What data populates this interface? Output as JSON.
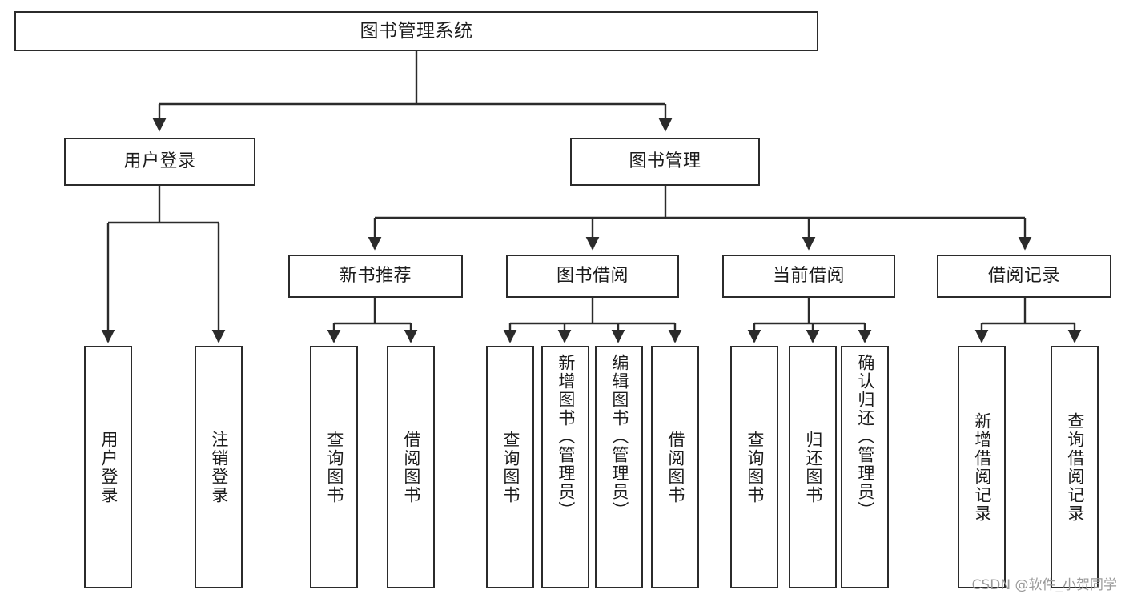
{
  "diagram": {
    "type": "tree-hierarchy-chart",
    "title": "图书管理系统",
    "watermark": "CSDN @软件_小贺同学",
    "colors": {
      "background": "#ffffff",
      "box_border": "#2b2b2b",
      "box_fill": "#ffffff",
      "text": "#1c1c1c",
      "edge": "#2b2b2b",
      "watermark": "#9a9a9a"
    },
    "nodes": {
      "root": {
        "label": "图书管理系统"
      },
      "level2": [
        {
          "label": "用户登录"
        },
        {
          "label": "图书管理"
        }
      ],
      "level3": [
        {
          "label": "新书推荐"
        },
        {
          "label": "图书借阅"
        },
        {
          "label": "当前借阅"
        },
        {
          "label": "借阅记录"
        }
      ],
      "leaves": {
        "user_login": [
          {
            "label": "用户登录"
          },
          {
            "label": "注销登录"
          }
        ],
        "new_book_recommend": [
          {
            "label": "查询图书"
          },
          {
            "label": "借阅图书"
          }
        ],
        "book_borrow": [
          {
            "label": "查询图书"
          },
          {
            "label": "新增图书（管理员）"
          },
          {
            "label": "编辑图书（管理员）"
          },
          {
            "label": "借阅图书"
          }
        ],
        "current_borrow": [
          {
            "label": "查询图书"
          },
          {
            "label": "归还图书"
          },
          {
            "label": "确认归还（管理员）"
          }
        ],
        "borrow_record": [
          {
            "label": "新增借阅记录"
          },
          {
            "label": "查询借阅记录"
          }
        ]
      }
    }
  }
}
